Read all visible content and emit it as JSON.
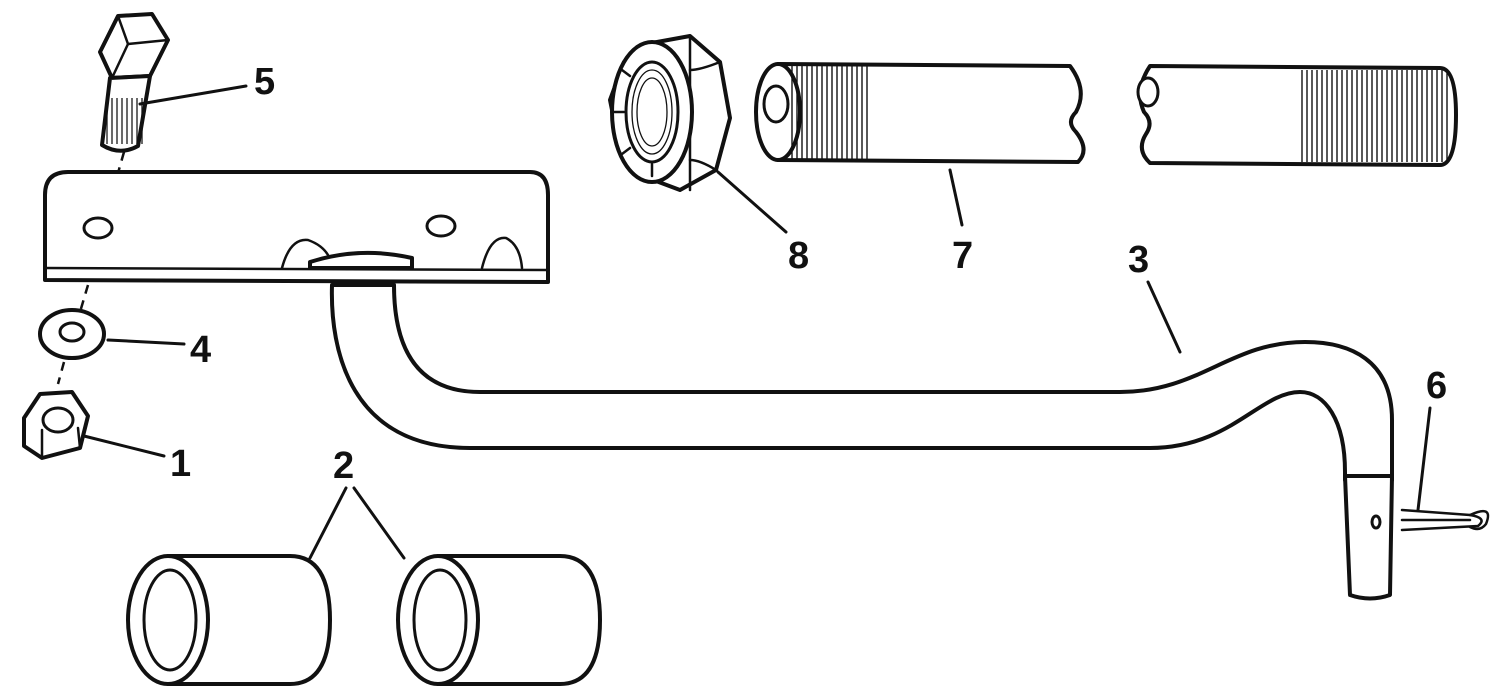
{
  "callouts": {
    "c1": "1",
    "c2": "2",
    "c3": "3",
    "c4": "4",
    "c5": "5",
    "c6": "6",
    "c7": "7",
    "c8": "8"
  },
  "colors": {
    "ink": "#111111",
    "paper": "#ffffff"
  }
}
